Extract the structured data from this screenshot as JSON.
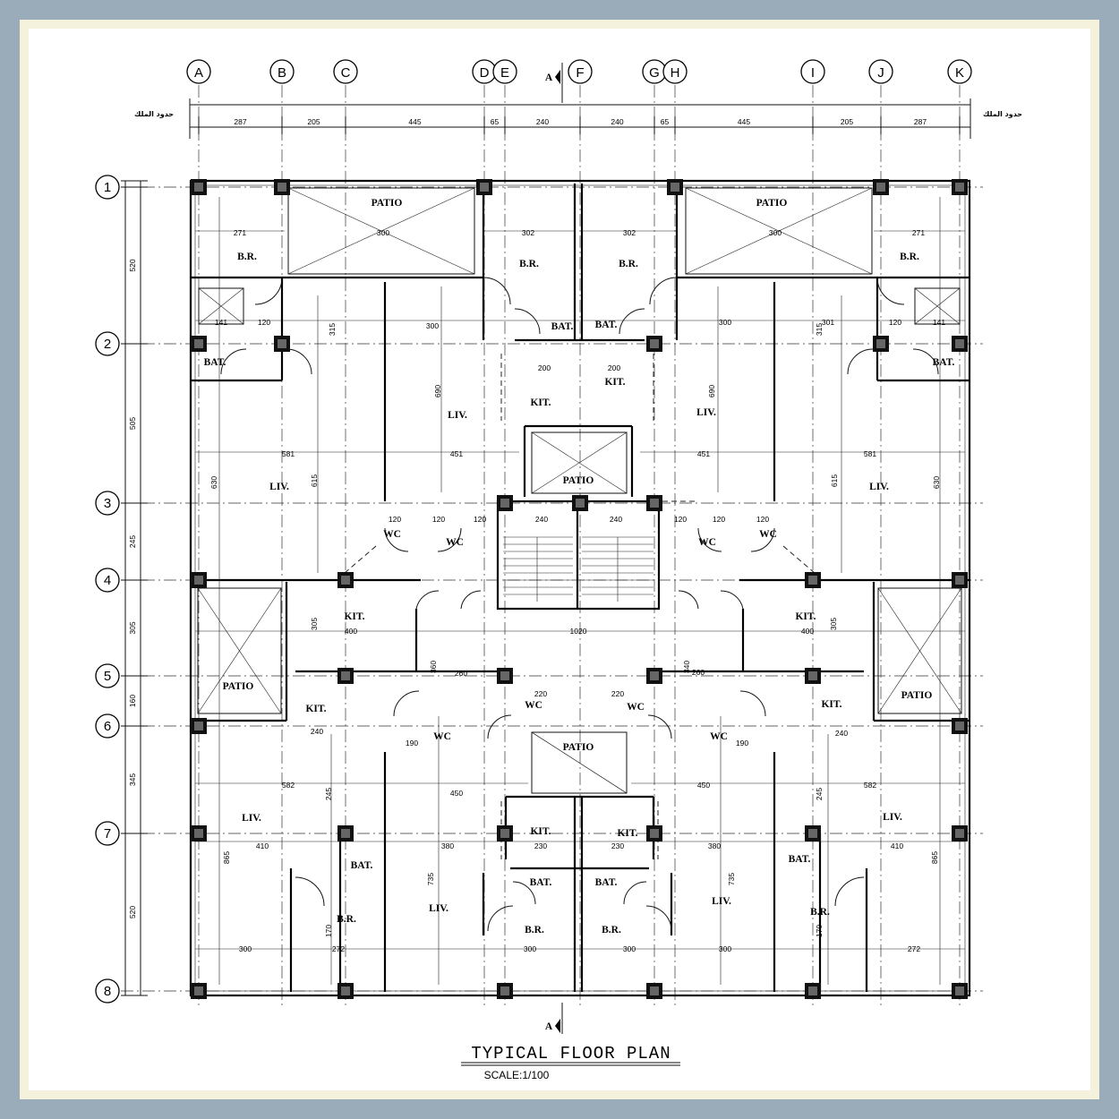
{
  "drawing": {
    "title": "TYPICAL FLOOR PLAN",
    "scale": "SCALE:1/100",
    "section_mark": "A",
    "property_line_note": "حدود الملك"
  },
  "grid": {
    "columns": [
      "A",
      "B",
      "C",
      "D",
      "E",
      "F",
      "G",
      "H",
      "I",
      "J",
      "K"
    ],
    "rows": [
      "1",
      "2",
      "3",
      "4",
      "5",
      "6",
      "7",
      "8"
    ]
  },
  "dimensions": {
    "top": [
      "287",
      "205",
      "445",
      "65",
      "240",
      "240",
      "65",
      "445",
      "205",
      "287"
    ],
    "left": [
      "520",
      "505",
      "245",
      "305",
      "160",
      "345",
      "520"
    ]
  },
  "rooms": [
    {
      "id": "patio-nw",
      "text": "PATIO"
    },
    {
      "id": "patio-ne",
      "text": "PATIO"
    },
    {
      "id": "patio-cn",
      "text": "PATIO"
    },
    {
      "id": "patio-w",
      "text": "PATIO"
    },
    {
      "id": "patio-e",
      "text": "PATIO"
    },
    {
      "id": "patio-cs",
      "text": "PATIO"
    },
    {
      "id": "br-nw",
      "text": "B.R."
    },
    {
      "id": "br-nc1",
      "text": "B.R."
    },
    {
      "id": "br-nc2",
      "text": "B.R."
    },
    {
      "id": "br-ne",
      "text": "B.R."
    },
    {
      "id": "bat-nw",
      "text": "BAT."
    },
    {
      "id": "bat-nc1",
      "text": "BAT."
    },
    {
      "id": "bat-nc2",
      "text": "BAT."
    },
    {
      "id": "bat-ne",
      "text": "BAT."
    },
    {
      "id": "kit-n1",
      "text": "KIT."
    },
    {
      "id": "kit-n2",
      "text": "KIT."
    },
    {
      "id": "liv-nw",
      "text": "LIV."
    },
    {
      "id": "liv-nc1",
      "text": "LIV."
    },
    {
      "id": "liv-nc2",
      "text": "LIV."
    },
    {
      "id": "liv-ne",
      "text": "LIV."
    },
    {
      "id": "wc-n1",
      "text": "WC"
    },
    {
      "id": "wc-n2",
      "text": "WC"
    },
    {
      "id": "wc-n3",
      "text": "WC"
    },
    {
      "id": "wc-n4",
      "text": "WC"
    },
    {
      "id": "kit-w",
      "text": "KIT."
    },
    {
      "id": "kit-e",
      "text": "KIT."
    },
    {
      "id": "kit-sw",
      "text": "KIT."
    },
    {
      "id": "kit-se",
      "text": "KIT."
    },
    {
      "id": "wc-s1",
      "text": "WC"
    },
    {
      "id": "wc-s2",
      "text": "WC"
    },
    {
      "id": "wc-s3",
      "text": "WC"
    },
    {
      "id": "wc-s4",
      "text": "WC"
    },
    {
      "id": "liv-sw",
      "text": "LIV."
    },
    {
      "id": "liv-se",
      "text": "LIV."
    },
    {
      "id": "liv-sc1",
      "text": "LIV."
    },
    {
      "id": "liv-sc2",
      "text": "LIV."
    },
    {
      "id": "kit-s1",
      "text": "KIT."
    },
    {
      "id": "kit-s2",
      "text": "KIT."
    },
    {
      "id": "bat-sw",
      "text": "BAT."
    },
    {
      "id": "bat-sc1",
      "text": "BAT."
    },
    {
      "id": "bat-sc2",
      "text": "BAT."
    },
    {
      "id": "bat-se",
      "text": "BAT."
    },
    {
      "id": "br-sw",
      "text": "B.R."
    },
    {
      "id": "br-sc1",
      "text": "B.R."
    },
    {
      "id": "br-sc2",
      "text": "B.R."
    },
    {
      "id": "br-se",
      "text": "B.R."
    }
  ],
  "interior_dims": [
    "271",
    "300",
    "302",
    "302",
    "300",
    "271",
    "141",
    "120",
    "300",
    "301",
    "300",
    "120",
    "141",
    "200",
    "200",
    "581",
    "451",
    "451",
    "581",
    "690",
    "690",
    "615",
    "615",
    "630",
    "630",
    "120",
    "120",
    "120",
    "240",
    "240",
    "120",
    "120",
    "120",
    "400",
    "1020",
    "400",
    "305",
    "305",
    "260",
    "260",
    "220",
    "220",
    "240",
    "240",
    "190",
    "190",
    "582",
    "450",
    "450",
    "582",
    "410",
    "380",
    "230",
    "230",
    "380",
    "410",
    "272",
    "300",
    "300",
    "300",
    "300",
    "272",
    "735",
    "735",
    "865",
    "865",
    "170",
    "170",
    "245",
    "245",
    "360",
    "340",
    "315",
    "315"
  ]
}
